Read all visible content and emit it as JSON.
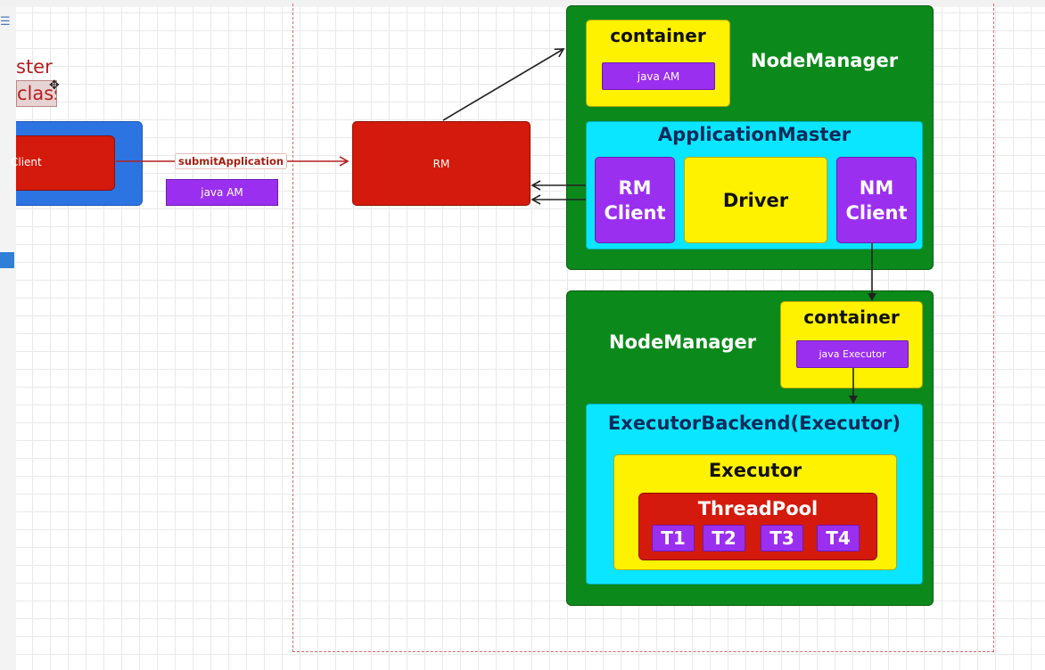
{
  "left_panel": {
    "master_text": "ster",
    "class_text": "class",
    "client_text": "Client"
  },
  "edges": {
    "submit_label": "submitApplication"
  },
  "client_java_am": "java AM",
  "rm": {
    "label": "RM"
  },
  "node_manager_1": {
    "title": "NodeManager",
    "container": {
      "title": "container",
      "java_am": "java AM"
    },
    "application_master": {
      "title": "ApplicationMaster",
      "rm_client": [
        "RM",
        "Client"
      ],
      "driver": "Driver",
      "nm_client": [
        "NM",
        "Client"
      ]
    }
  },
  "node_manager_2": {
    "title": "NodeManager",
    "container": {
      "title": "container",
      "java_executor": "java Executor"
    },
    "executor_backend": {
      "title": "ExecutorBackend(Executor)",
      "executor": {
        "title": "Executor",
        "thread_pool": {
          "title": "ThreadPool",
          "threads": [
            "T1",
            "T2",
            "T3",
            "T4"
          ]
        }
      }
    }
  },
  "colors": {
    "client_blue": "#2d74e3",
    "rm_red": "#d41a0c",
    "node_manager_green": "#0b8a1b",
    "container_yellow": "#fff200",
    "am_cyan": "#0ae6ff",
    "java_purple": "#9b2ff0",
    "boundary": "#d46a6a"
  }
}
